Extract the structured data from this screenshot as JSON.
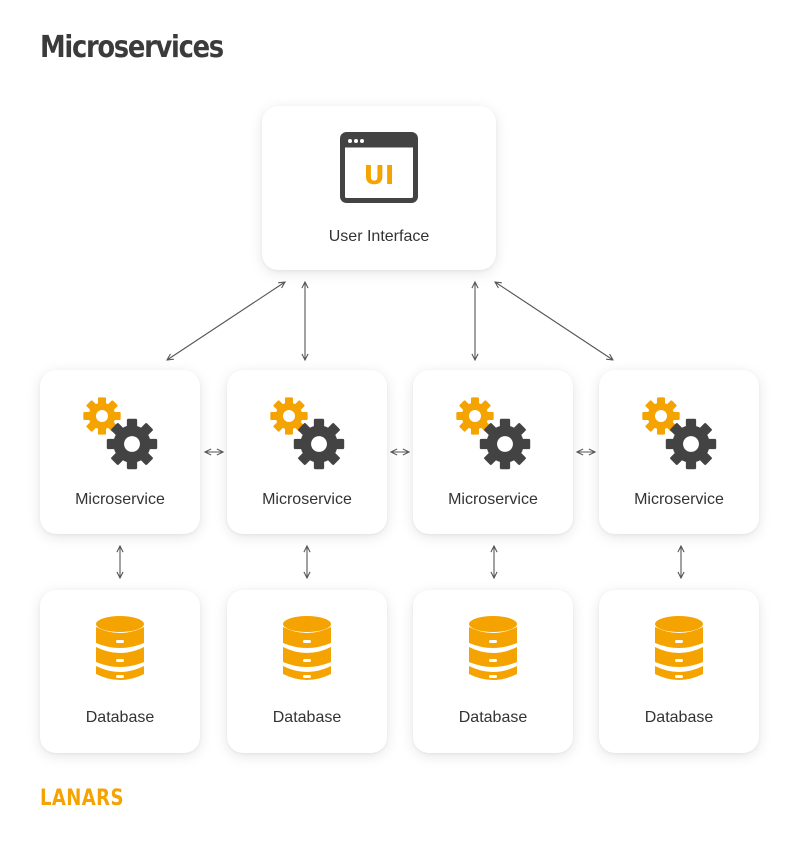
{
  "title": "Microservices",
  "colors": {
    "accent": "#f5a300",
    "icon_dark": "#434343",
    "text": "#333333",
    "connector": "#555555"
  },
  "user_interface": {
    "label": "User Interface",
    "icon": "ui-window-icon",
    "icon_text": "UI"
  },
  "microservices": [
    {
      "label": "Microservice",
      "icon": "gears-icon"
    },
    {
      "label": "Microservice",
      "icon": "gears-icon"
    },
    {
      "label": "Microservice",
      "icon": "gears-icon"
    },
    {
      "label": "Microservice",
      "icon": "gears-icon"
    }
  ],
  "databases": [
    {
      "label": "Database",
      "icon": "database-icon"
    },
    {
      "label": "Database",
      "icon": "database-icon"
    },
    {
      "label": "Database",
      "icon": "database-icon"
    },
    {
      "label": "Database",
      "icon": "database-icon"
    }
  ],
  "brand": "LANARS"
}
